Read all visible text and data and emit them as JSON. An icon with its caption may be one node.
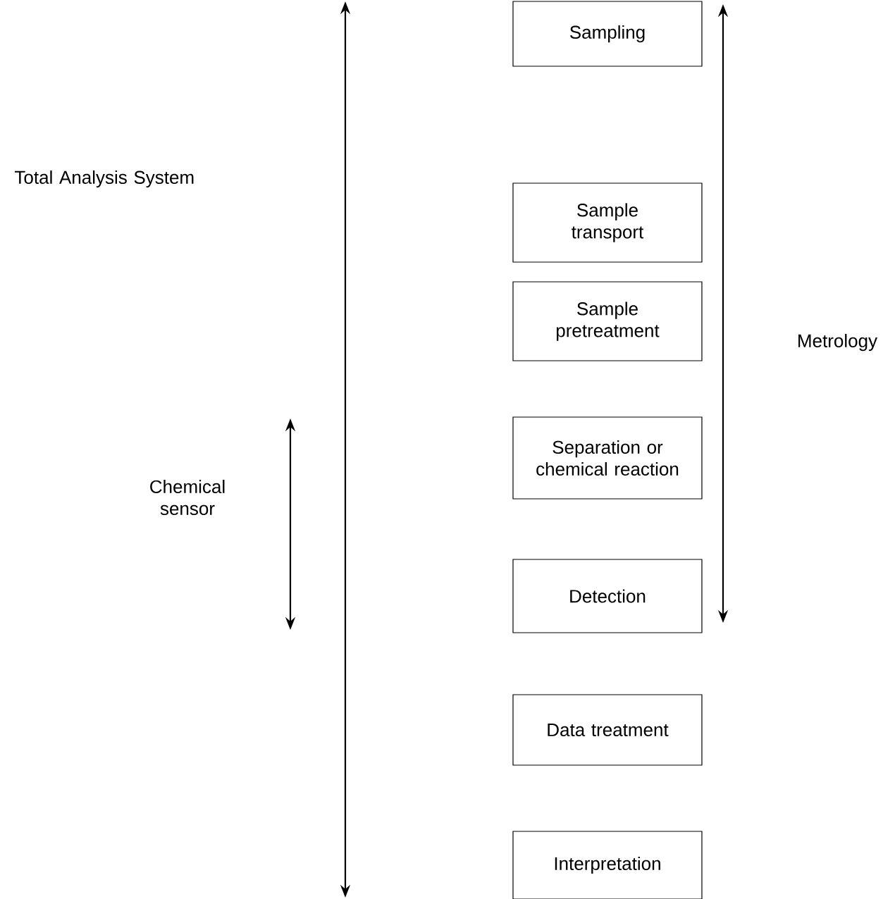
{
  "diagram": {
    "nodes": [
      {
        "text": [
          "Sampling"
        ]
      },
      {
        "text": [
          "Sample transport"
        ]
      },
      {
        "text": [
          "Sample pretreatment"
        ]
      },
      {
        "text": [
          "Separation or chemical reaction"
        ]
      },
      {
        "text": [
          "Detection"
        ]
      },
      {
        "text": [
          "Data treatment"
        ]
      },
      {
        "text": [
          "Interpretation"
        ]
      }
    ],
    "labels": [
      "Total Analysis System",
      "Chemical sensor",
      "Metrology"
    ]
  }
}
